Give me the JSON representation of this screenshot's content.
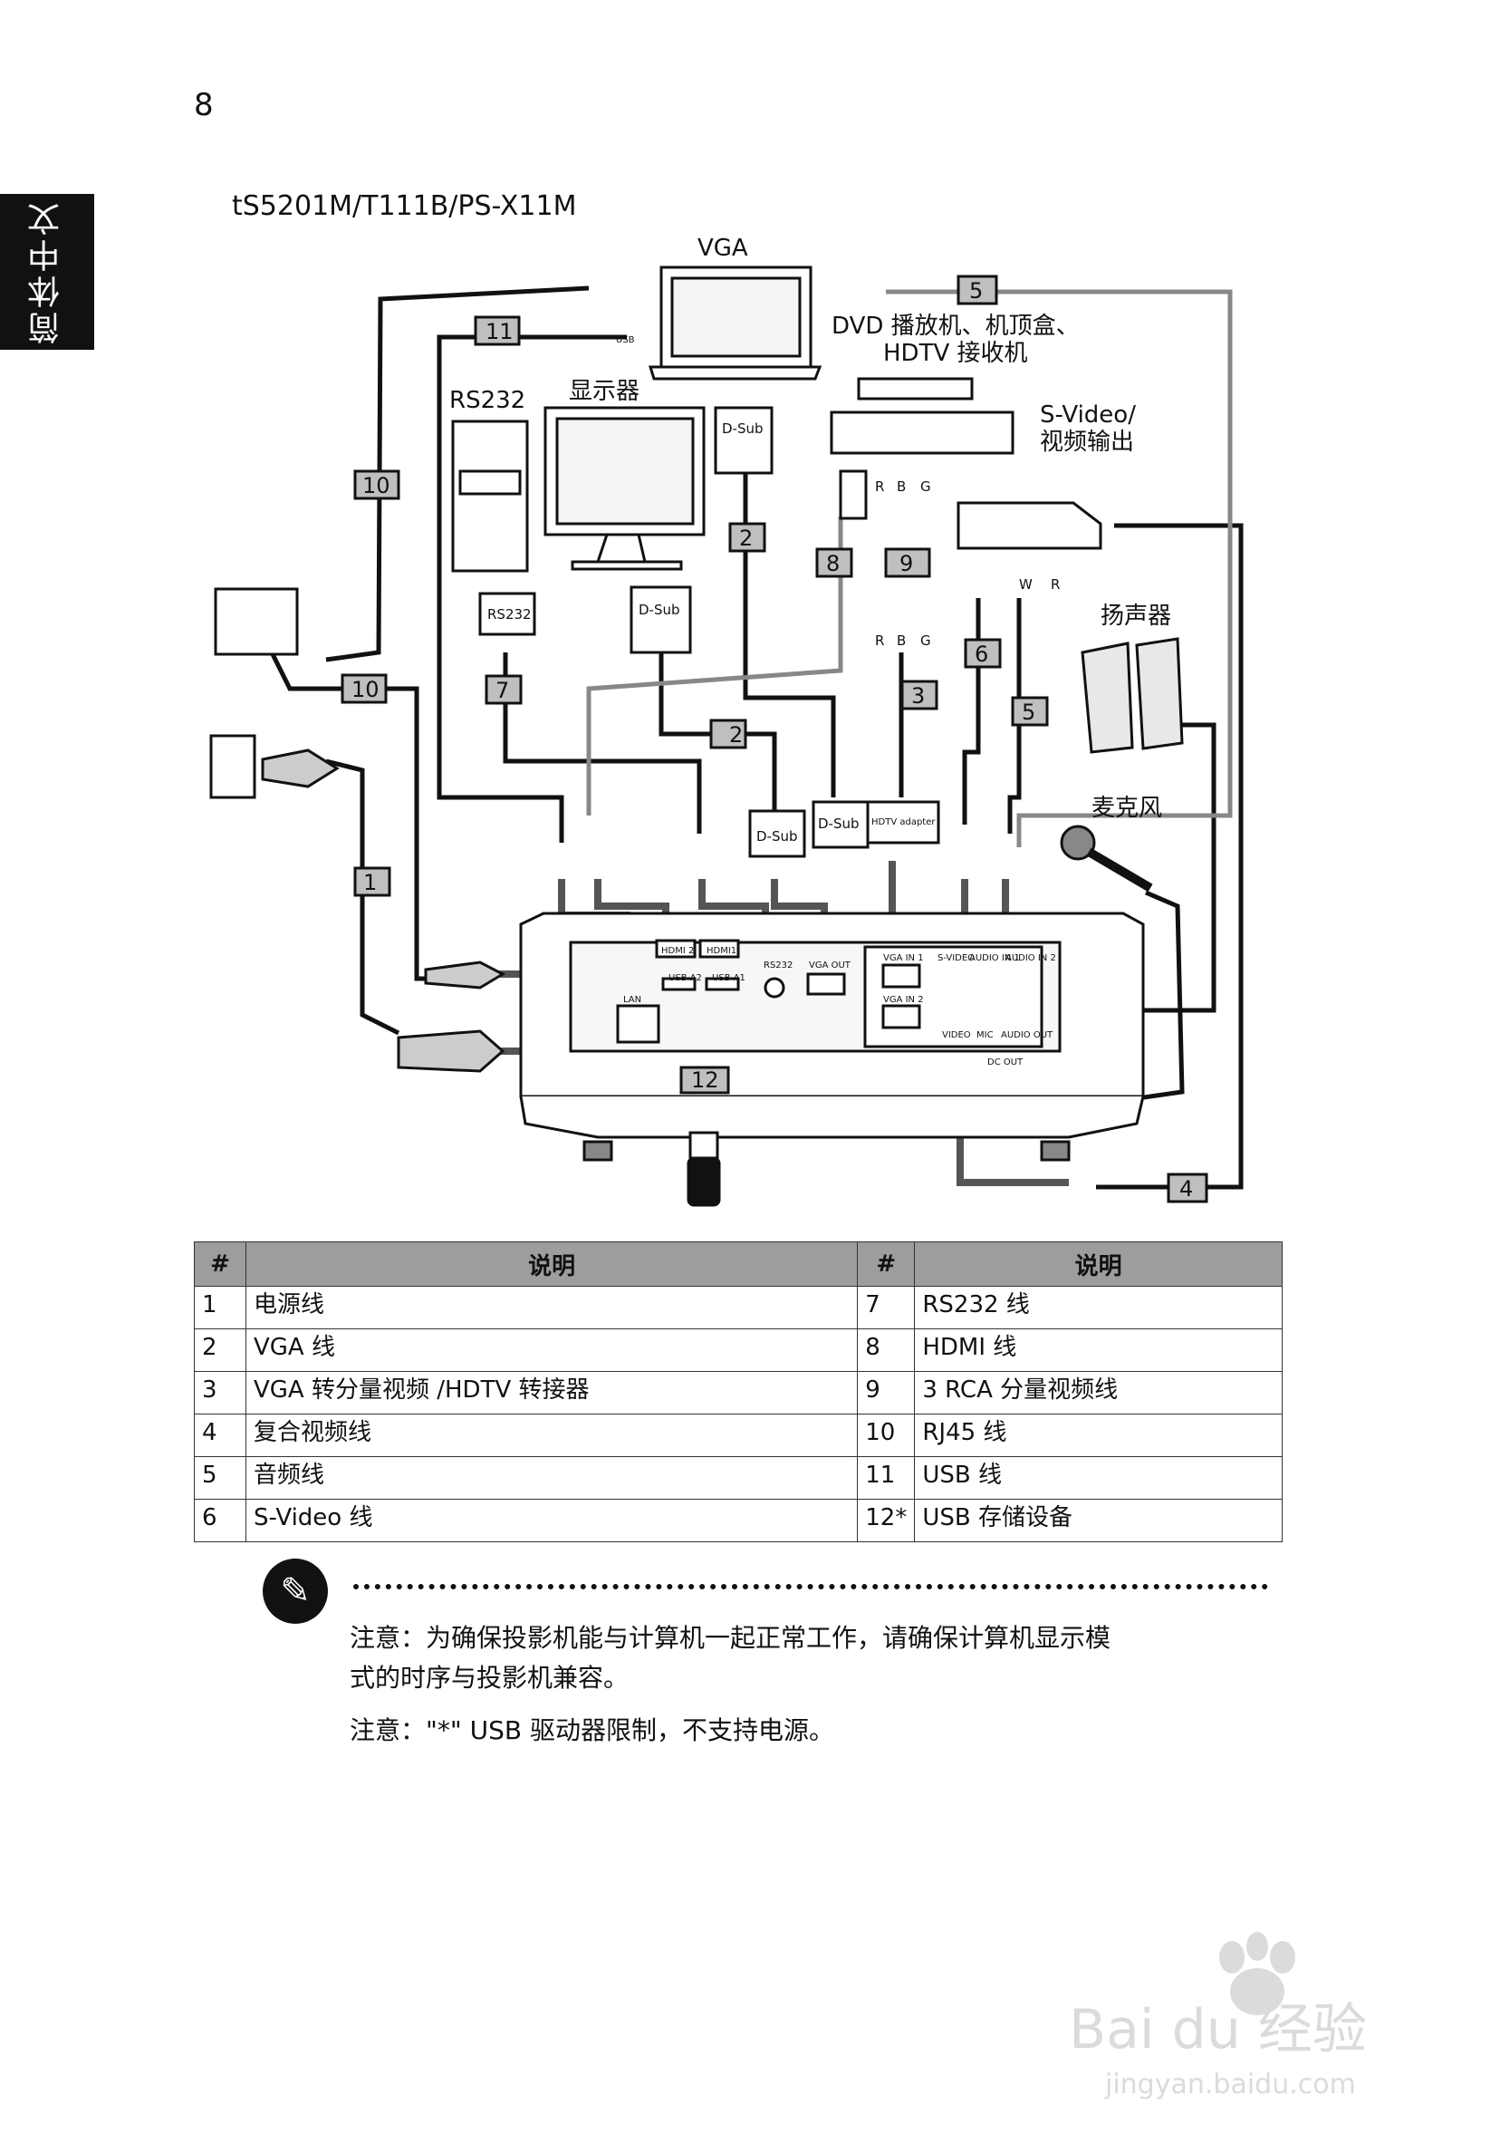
{
  "page": {
    "number": "8",
    "side_tab": "简体中文",
    "model_title": "tS5201M/T111B/PS-X11M"
  },
  "diagram": {
    "labels": {
      "vga": "VGA",
      "dvd_line1": "DVD 播放机、机顶盒、",
      "dvd_line2": "HDTV 接收机",
      "rs232": "RS232",
      "monitor": "显示器",
      "svideo_line1": "S-Video/",
      "svideo_line2": "视频输出",
      "speaker": "扬声器",
      "microphone": "麦克风",
      "dsub": "D-Sub",
      "hdtv_adapter": "HDTV adapter",
      "usb": "USB",
      "rca_r": "R",
      "rca_b": "B",
      "rca_g": "G",
      "rca_w": "W"
    },
    "numbers": [
      "1",
      "2",
      "3",
      "4",
      "5",
      "6",
      "7",
      "8",
      "9",
      "10",
      "11",
      "12"
    ],
    "port_labels": [
      "HDMI 2",
      "HDMI1",
      "RS232",
      "VGA OUT",
      "VGA IN 1",
      "VGA IN 2",
      "S-VIDEO",
      "AUDIO IN 1",
      "AUDIO IN 2",
      "VIDEO",
      "MIC",
      "AUDIO OUT",
      "USB A2",
      "USB A1",
      "LAN",
      "DC OUT"
    ]
  },
  "legend": {
    "headers": [
      "#",
      "说明",
      "#",
      "说明"
    ],
    "rows": [
      {
        "n1": "1",
        "d1": "电源线",
        "n2": "7",
        "d2": "RS232 线"
      },
      {
        "n1": "2",
        "d1": "VGA 线",
        "n2": "8",
        "d2": "HDMI 线"
      },
      {
        "n1": "3",
        "d1": "VGA 转分量视频 /HDTV 转接器",
        "n2": "9",
        "d2": "3 RCA 分量视频线"
      },
      {
        "n1": "4",
        "d1": "复合视频线",
        "n2": "10",
        "d2": "RJ45 线"
      },
      {
        "n1": "5",
        "d1": "音频线",
        "n2": "11",
        "d2": "USB 线"
      },
      {
        "n1": "6",
        "d1": "S-Video 线",
        "n2": "12*",
        "d2": "USB 存储设备"
      }
    ]
  },
  "notes": {
    "line1": "注意：为确保投影机能与计算机一起正常工作，请确保计算机显示模",
    "line2": "式的时序与投影机兼容。",
    "line3": "注意：\"*\" USB 驱动器限制，不支持电源。"
  },
  "watermark": {
    "brand": "Bai du 经验",
    "url": "jingyan.baidu.com"
  }
}
